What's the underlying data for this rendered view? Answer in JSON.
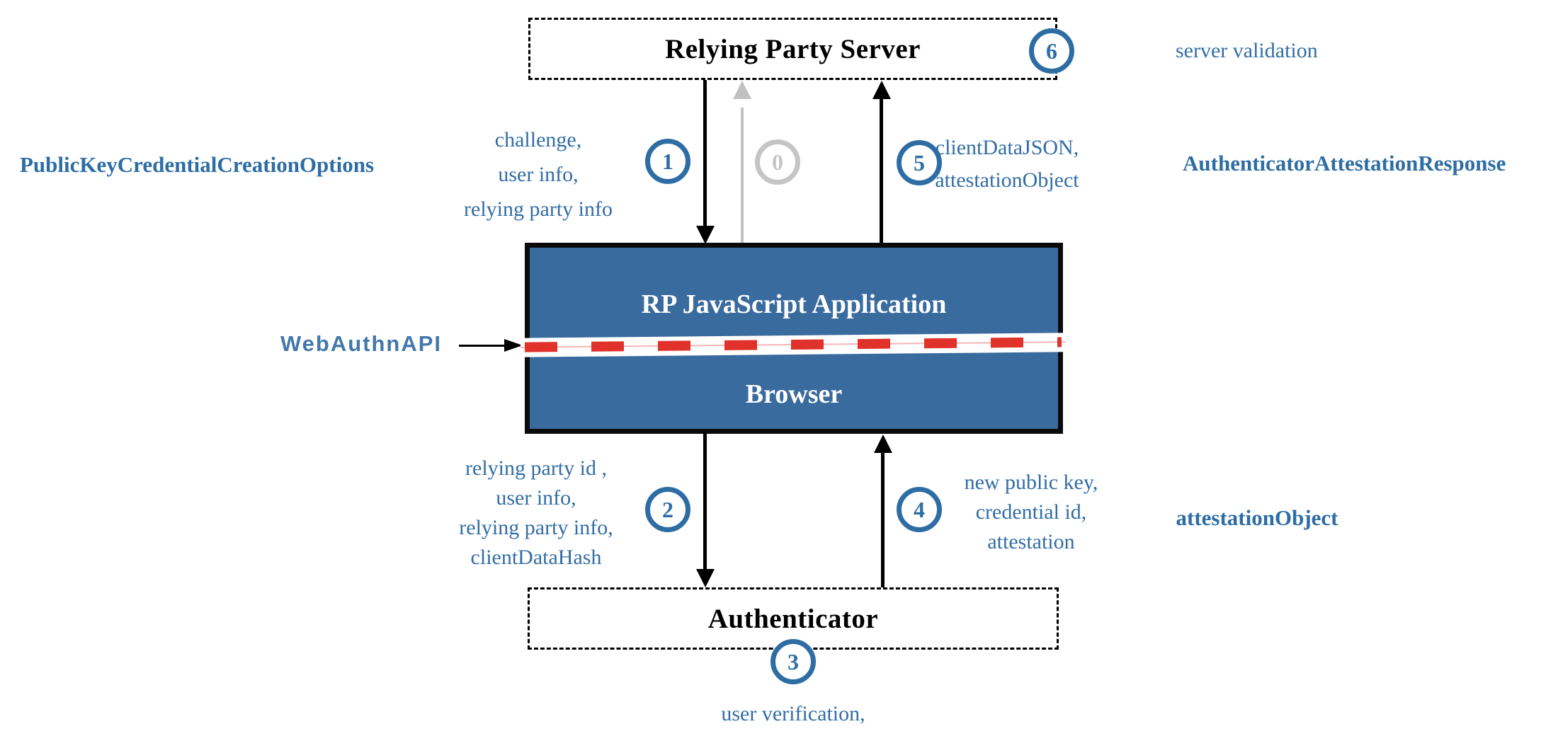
{
  "colors": {
    "accent_blue": "#2e6da4",
    "box_fill_blue": "#3a6b9e",
    "dash_red": "#e0312a",
    "inactive_gray": "#c1c1c1",
    "line_black": "#000000"
  },
  "rp_server": {
    "title": "Relying Party Server"
  },
  "browser": {
    "app_title": "RP JavaScript Application",
    "title": "Browser"
  },
  "authenticator": {
    "title": "Authenticator"
  },
  "webauthn_api": {
    "label": "WebAuthnAPI"
  },
  "side_labels": {
    "creation_options": "PublicKeyCredentialCreationOptions",
    "attestation_response": "AuthenticatorAttestationResponse",
    "attestation_object": "attestationObject"
  },
  "steps": {
    "step0": {
      "num": "0"
    },
    "step1": {
      "num": "1",
      "lines": [
        "challenge,",
        "user info,",
        "relying party info"
      ]
    },
    "step2": {
      "num": "2",
      "lines": [
        "relying party id ,",
        "user info,",
        "relying party info,",
        "clientDataHash"
      ]
    },
    "step3": {
      "num": "3",
      "lines": [
        "user verification,"
      ]
    },
    "step4": {
      "num": "4",
      "lines": [
        "new public key,",
        "credential id,",
        "attestation"
      ]
    },
    "step5": {
      "num": "5",
      "lines": [
        "clientDataJSON,",
        "attestationObject"
      ]
    },
    "step6": {
      "num": "6",
      "lines": [
        "server validation"
      ]
    }
  }
}
